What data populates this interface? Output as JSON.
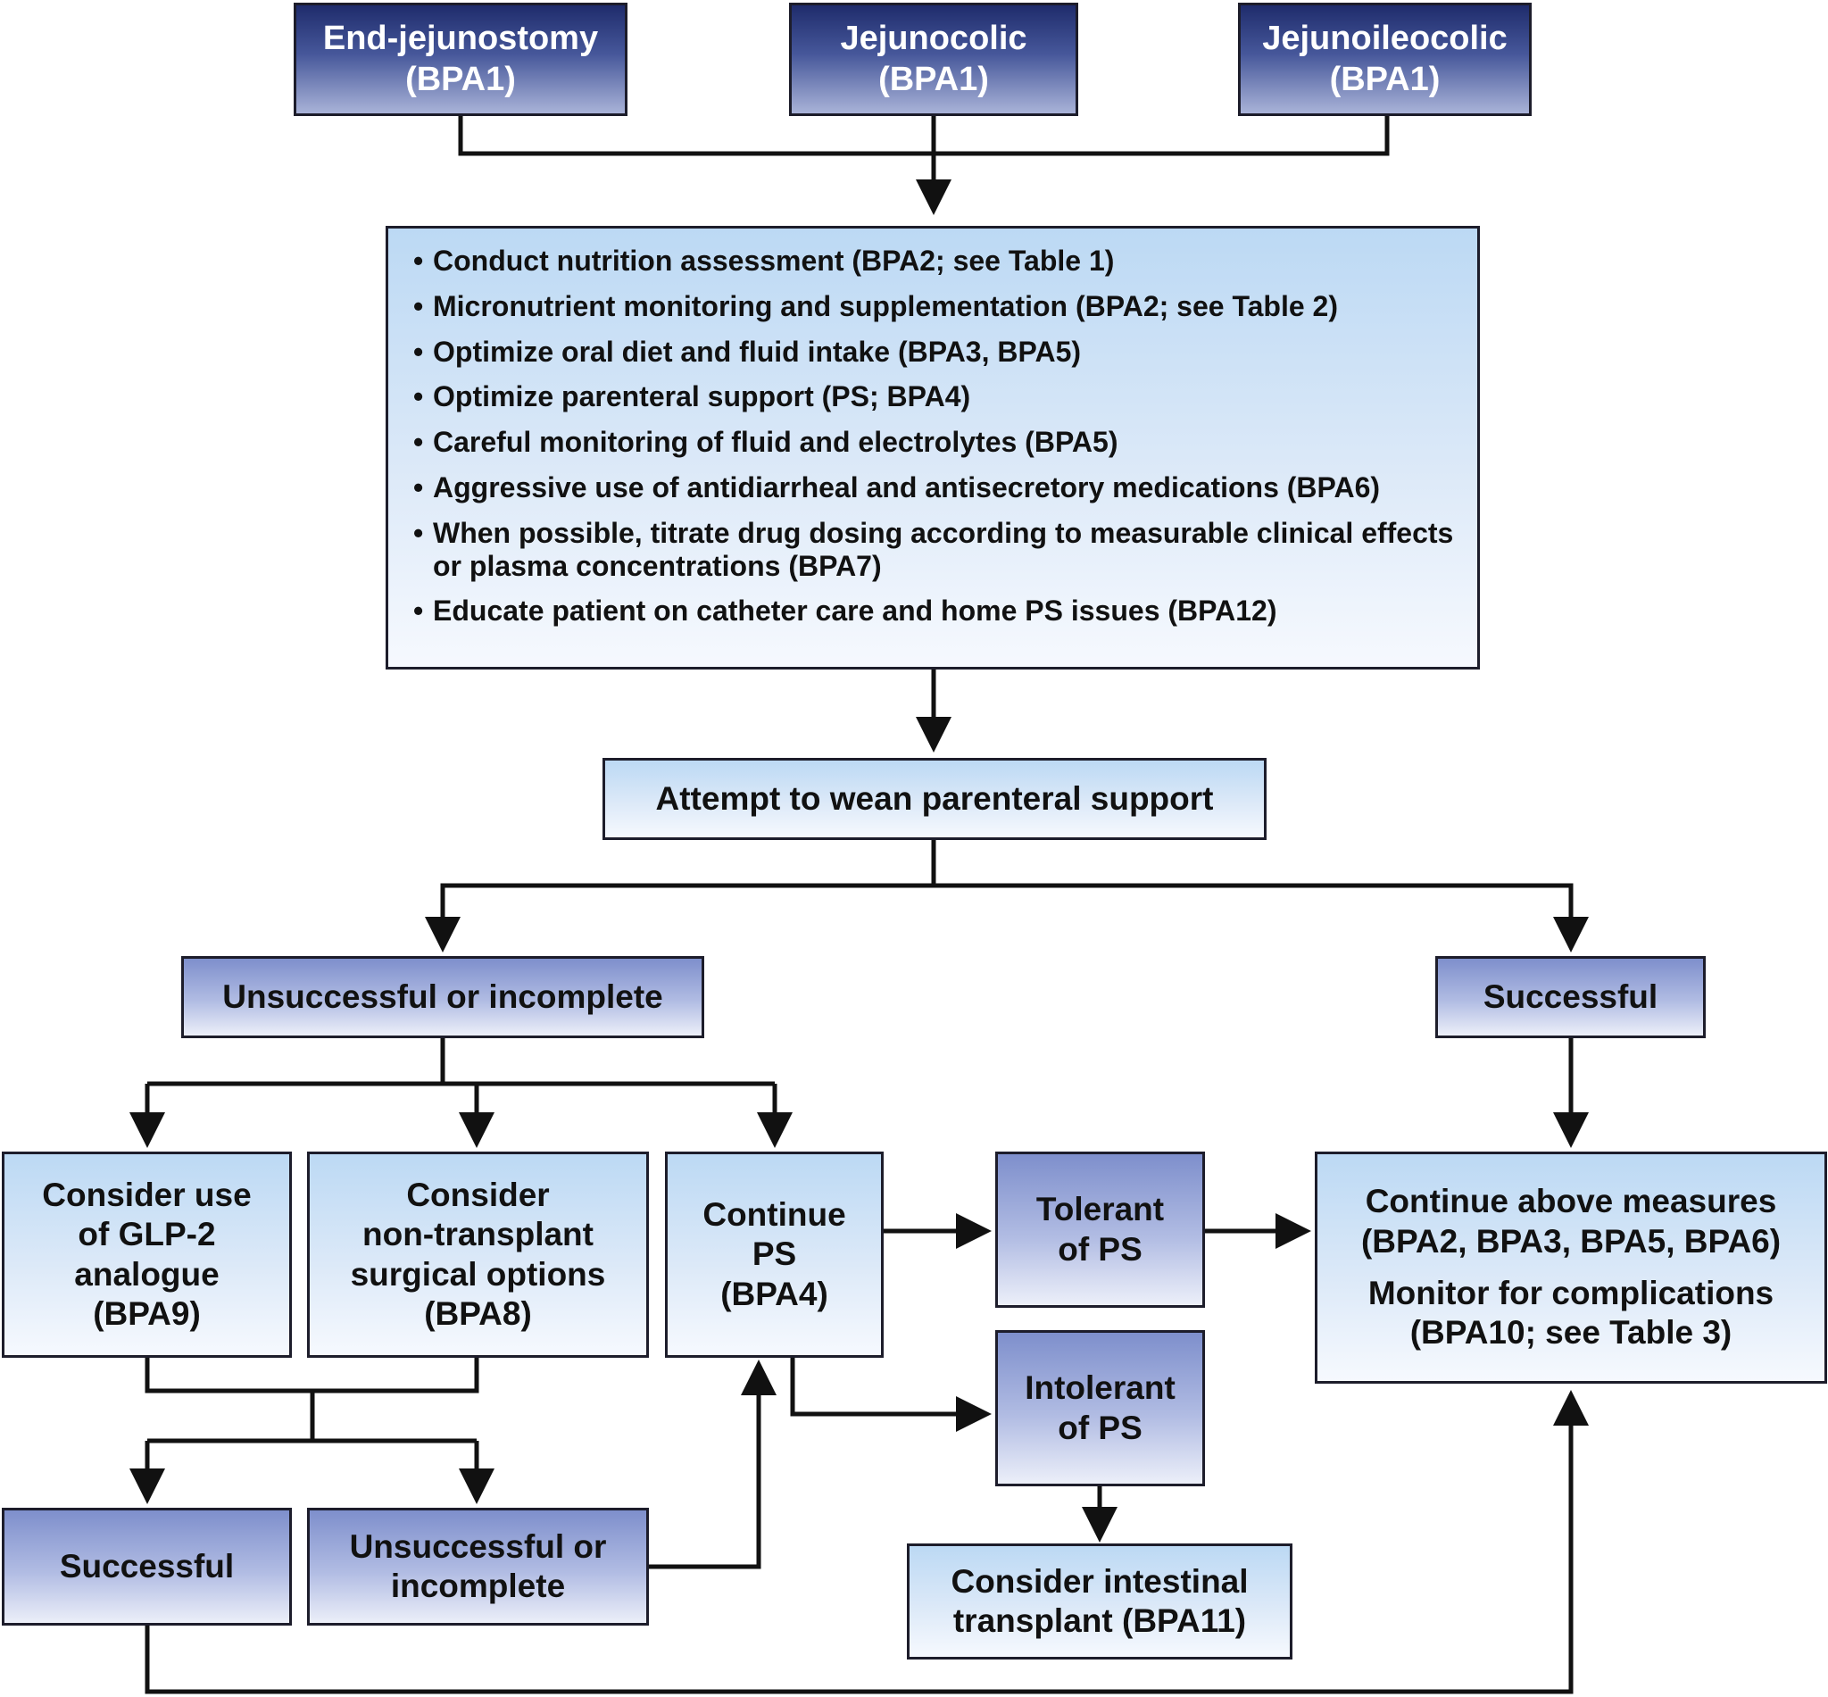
{
  "nodes": {
    "end_jejunostomy": [
      "End-jejunostomy",
      "(BPA1)"
    ],
    "jejunocolic": [
      "Jejunocolic",
      "(BPA1)"
    ],
    "jejunoileocolic": [
      "Jejunoileocolic",
      "(BPA1)"
    ],
    "measures": [
      "Conduct nutrition assessment (BPA2; see Table 1)",
      "Micronutrient monitoring and supplementation (BPA2; see Table 2)",
      "Optimize oral diet and fluid intake (BPA3, BPA5)",
      "Optimize parenteral support (PS; BPA4)",
      "Careful monitoring of fluid and electrolytes (BPA5)",
      "Aggressive use of antidiarrheal and antisecretory medications (BPA6)",
      "When possible, titrate drug dosing according to measurable clinical effects or plasma concentrations (BPA7)",
      "Educate patient on catheter care and home PS issues (BPA12)"
    ],
    "attempt_wean": "Attempt to wean parenteral support",
    "unsuccessful_top": "Unsuccessful or incomplete",
    "successful_top": "Successful",
    "glp2": [
      "Consider use",
      "of GLP-2",
      "analogue",
      "(BPA9)"
    ],
    "surgical": [
      "Consider",
      "non-transplant",
      "surgical options",
      "(BPA8)"
    ],
    "continue_ps": [
      "Continue",
      "PS",
      "(BPA4)"
    ],
    "tolerant": [
      "Tolerant",
      "of PS"
    ],
    "intolerant": [
      "Intolerant",
      "of PS"
    ],
    "continue_measures": [
      "Continue above measures",
      "(BPA2, BPA3, BPA5, BPA6)",
      "Monitor for complications",
      "(BPA10; see Table 3)"
    ],
    "successful_bottom": "Successful",
    "unsuccessful_bottom": [
      "Unsuccessful or",
      "incomplete"
    ],
    "transplant": [
      "Consider intestinal",
      "transplant (BPA11)"
    ]
  }
}
